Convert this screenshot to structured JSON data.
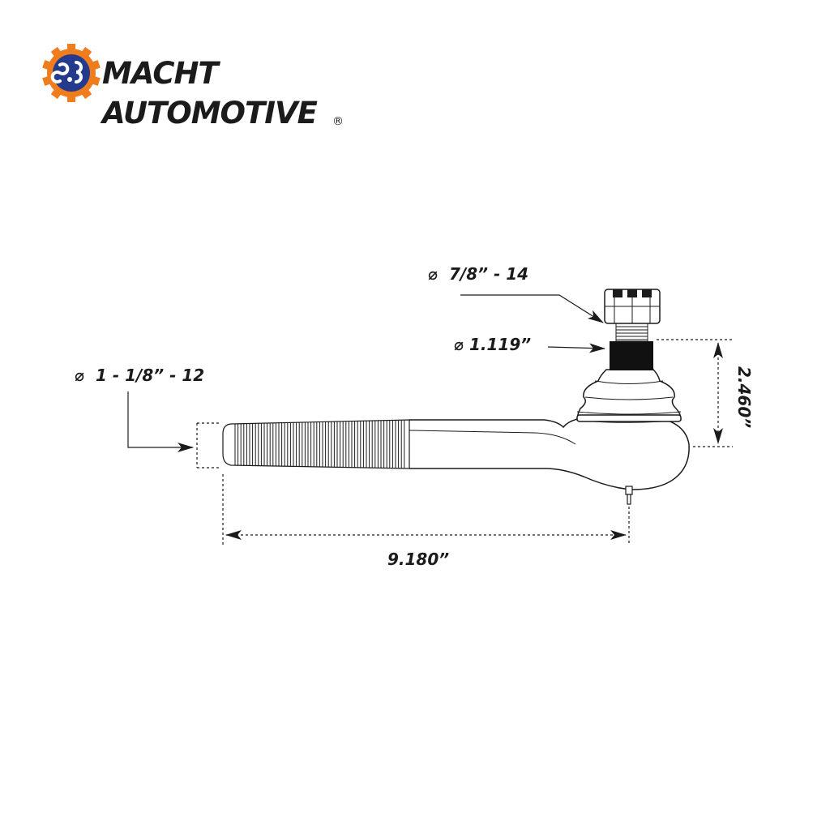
{
  "brand": {
    "line1": "MACHT",
    "line2": "AUTOMOTIVE",
    "registered": "®",
    "colors": {
      "gear": "#f07d1d",
      "inner": "#243a8c",
      "text": "#1b1b1b"
    }
  },
  "diagram": {
    "part": "tie-rod-end",
    "dimensions": {
      "stud_thread": "⌀  7/8” - 14",
      "stud_diameter": "⌀ 1.119”",
      "shank_thread": "⌀  1 - 1/8” - 12",
      "overall_length": "9.180”",
      "height": "2.460”"
    },
    "line_color": "#1b1b1b"
  }
}
